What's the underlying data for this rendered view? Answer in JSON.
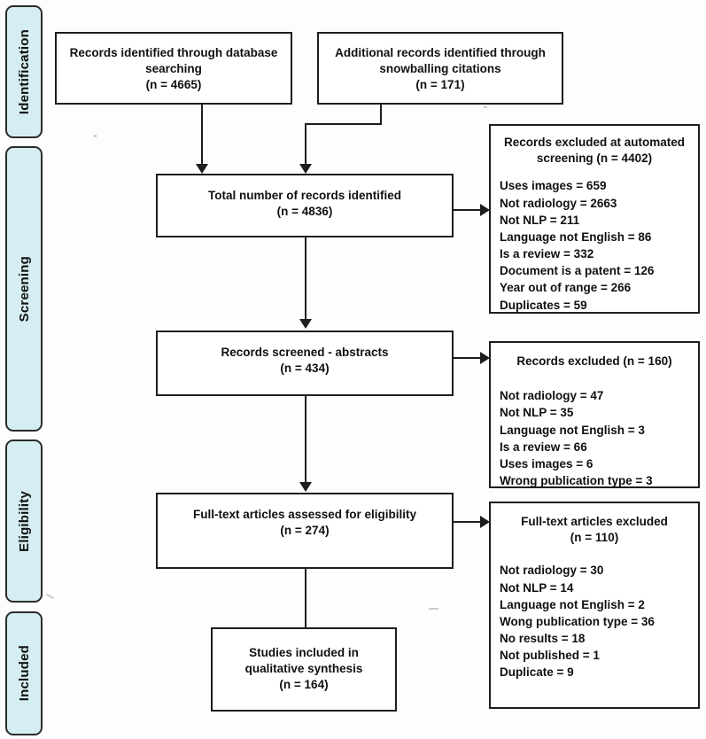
{
  "diagram": {
    "type": "prisma-flow-diagram",
    "stages": [
      {
        "label": "Identification"
      },
      {
        "label": "Screening"
      },
      {
        "label": "Eligibility"
      },
      {
        "label": "Included"
      }
    ],
    "boxes": {
      "database_search": {
        "title": "Records identified through database searching",
        "count": "(n =  4665)"
      },
      "snowballing": {
        "title": "Additional records identified through snowballing citations",
        "count": "(n =  171)"
      },
      "total_records": {
        "title": "Total number of records identified",
        "count": "(n = 4836)"
      },
      "records_screened": {
        "title": "Records screened - abstracts",
        "count": "(n = 434)"
      },
      "fulltext_assessed": {
        "title": "Full-text articles assessed for eligibility",
        "count": "(n = 274)"
      },
      "studies_included": {
        "title_line1": "Studies included in",
        "title_line2": "qualitative synthesis",
        "count": "(n = 164)"
      }
    },
    "exclusions": {
      "automated_screening": {
        "head_line1": "Records excluded at automated",
        "head_line2": "screening (n = 4402)",
        "reasons": [
          "Uses images = 659",
          "Not radiology = 2663",
          "Not NLP = 211",
          "Language not English = 86",
          "Is a review = 332",
          "Document is a patent = 126",
          "Year out of range = 266",
          "Duplicates = 59"
        ]
      },
      "abstract_screening": {
        "head_line1": "Records excluded (n = 160)",
        "head_line2": "",
        "reasons": [
          "Not radiology = 47",
          "Not NLP = 35",
          "Language not English = 3",
          "Is a review = 66",
          "Uses images = 6",
          "Wrong publication type = 3"
        ]
      },
      "fulltext_screening": {
        "head_line1": "Full-text articles excluded",
        "head_line2": "(n = 110)",
        "reasons": [
          "Not radiology = 30",
          "Not NLP = 14",
          "Language not English = 2",
          "Wong publication type = 36",
          "No results = 18",
          "Not published = 1",
          "Duplicate = 9"
        ]
      }
    },
    "colors": {
      "stage_tab_fill": "#d5eef3",
      "line": "#1d1d1d",
      "box_fill": "#ffffff",
      "page_background": "#fdfdfd"
    }
  }
}
